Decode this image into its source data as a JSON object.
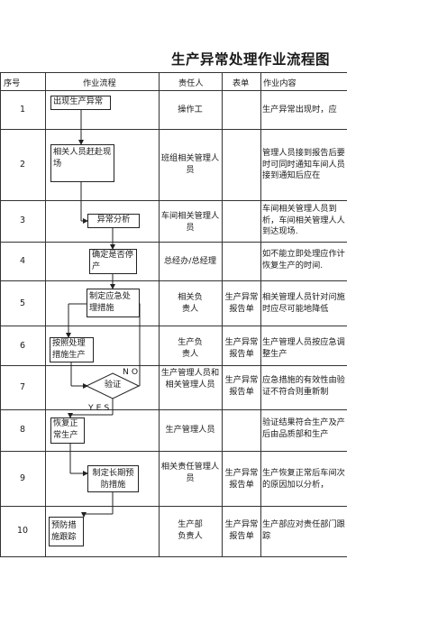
{
  "title": "生产异常处理作业流程图",
  "headers": {
    "seq": "序号",
    "flow": "作业流程",
    "owner": "责任人",
    "form": "表单",
    "content": "作业内容"
  },
  "rows": [
    {
      "seq": "1",
      "step": "出现生产异常",
      "owner": "操作工",
      "form": "",
      "content": "生产异常出现时，应"
    },
    {
      "seq": "2",
      "step": "相关人员赶赴现场",
      "owner": "班组相关管理人员",
      "form": "",
      "content": "管理人员接到报告后要时可同时通知车间人员接到通知后应在"
    },
    {
      "seq": "3",
      "step": "异常分析",
      "owner": "车间相关管理人员",
      "form": "",
      "content": "车间相关管理人员到析，车间相关管理人人到达现场."
    },
    {
      "seq": "4",
      "step": "确定是否停产",
      "owner": "总经办/总经理",
      "form": "",
      "content": "如不能立即处理应作计恢复生产的时间."
    },
    {
      "seq": "5",
      "step": "制定应急处理措施",
      "owner": "相关负责人",
      "form": "生产异常报告单",
      "content": "相关管理人员针对问施时应尽可能地降低"
    },
    {
      "seq": "6",
      "step": "按照处理措施生产",
      "owner": "生产负责人",
      "form": "生产异常报告单",
      "content": "生产管理人员按应急调整生产"
    },
    {
      "seq": "7",
      "step": "验证",
      "owner": "生产管理人员和相关管理人员",
      "form": "生产异常报告单",
      "content": "应急措施的有效性由验证不符合则重新制"
    },
    {
      "seq": "8",
      "step": "恢复正常生产",
      "owner": "生产管理人员",
      "form": "",
      "content": "验证结果符合生产及产后由品质部和生产"
    },
    {
      "seq": "9",
      "step": "制定长期预防措施",
      "owner": "相关责任管理人员",
      "form": "生产异常报告单",
      "content": "生产恢复正常后车间次的原因加以分析，"
    },
    {
      "seq": "10",
      "step": "预防措施跟踪",
      "owner": "生产部负责人",
      "form": "生产异常报告单",
      "content": "生产部应对责任部门跟踪"
    }
  ],
  "decision_labels": {
    "no": "NO",
    "yes": "YES"
  }
}
